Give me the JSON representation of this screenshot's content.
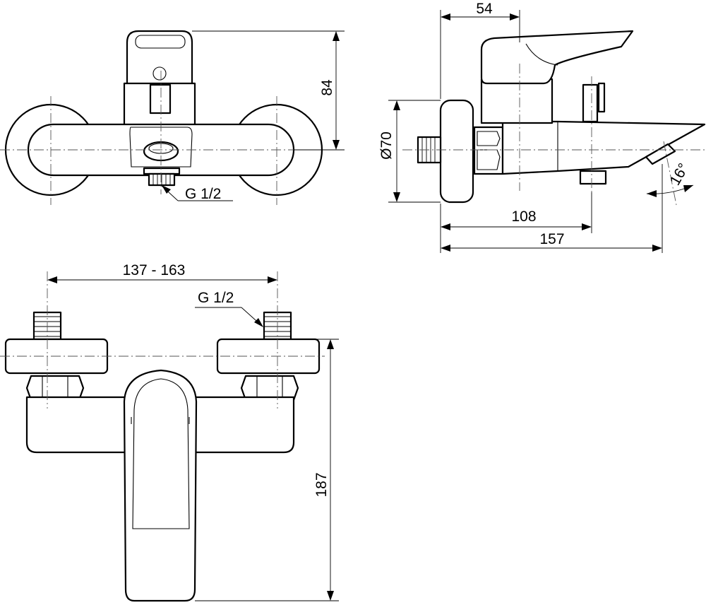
{
  "dimensions": {
    "top_width": "137 - 163",
    "top_thread": "G 1/2",
    "front_thread": "G 1/2",
    "front_height": "84",
    "side_lever_offset": "54",
    "side_diameter": "Ø70",
    "side_reach_inner": "108",
    "side_reach_total": "157",
    "side_angle": "16°",
    "top_depth": "187"
  },
  "colors": {
    "line": "#000000",
    "background": "#ffffff"
  }
}
